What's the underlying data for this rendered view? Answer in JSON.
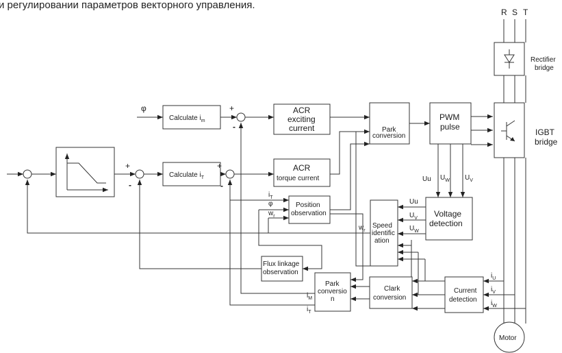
{
  "caption": "и регулировании параметров векторного управления.",
  "supply": {
    "r": "R",
    "s": "S",
    "t": "T"
  },
  "inputs": {
    "phi": "φ"
  },
  "blocks": {
    "calc_im": "Calculate i",
    "calc_im_sub": "m",
    "calc_it": "Calculate i",
    "calc_it_sub": "T",
    "acr_exc_1": "ACR",
    "acr_exc_2": "exciting",
    "acr_exc_3": "current",
    "acr_tq_1": "ACR",
    "acr_tq_2": "torque current",
    "park1_1": "Park",
    "park1_2": "conversion",
    "pwm_1": "PWM",
    "pwm_2": "pulse",
    "rect_1": "Rectifier",
    "rect_2": "bridge",
    "igbt_1": "IGBT",
    "igbt_2": "bridge",
    "posobs_1": "Position",
    "posobs_2": "observation",
    "volt_1": "Voltage",
    "volt_2": "detection",
    "speed_1": "Speed",
    "speed_2": "identific",
    "speed_3": "ation",
    "flux_1": "Flux linkage",
    "flux_2": "observation",
    "park2_1": "Park",
    "park2_2": "conversio",
    "park2_3": "n",
    "clark_1": "Clark",
    "clark_2": "conversion",
    "curdet_1": "Current",
    "curdet_2": "detection",
    "motor": "Motor"
  },
  "signals": {
    "plus": "+",
    "minus": "-",
    "uu": "Uu",
    "uw": "U",
    "uw_sub": "W",
    "uv": "U",
    "uv_sub": "V",
    "i_main": "i",
    "t_sub": "T",
    "m_sub": "M",
    "u_sub": "U",
    "v_sub": "V",
    "w_sub": "W",
    "w_main": "w",
    "r_sub": "r"
  }
}
